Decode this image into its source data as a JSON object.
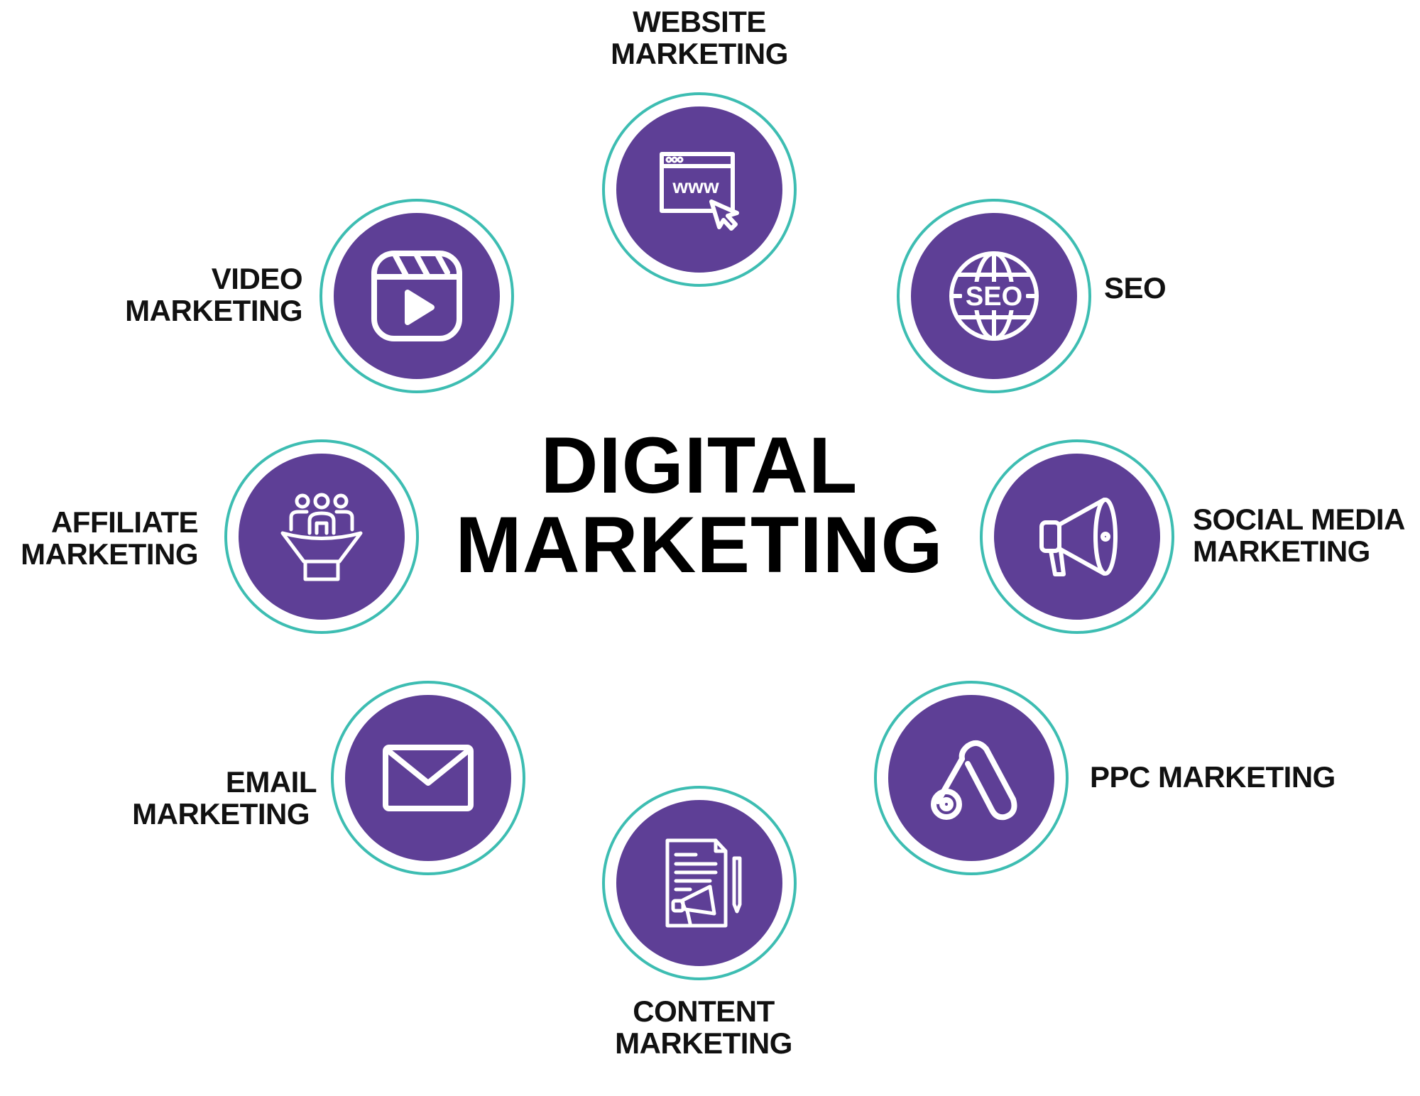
{
  "title": {
    "line1": "DIGITAL",
    "line2": "MARKETING"
  },
  "colors": {
    "circle_fill": "#5e3f96",
    "ring": "#3dbdb2",
    "text": "#111111"
  },
  "items": [
    {
      "line1": "WEBSITE",
      "line2": "MARKETING",
      "icon": "browser-www-cursor-icon"
    },
    {
      "line1": "SEO",
      "icon": "globe-seo-icon"
    },
    {
      "line1": "SOCIAL MEDIA",
      "line2": "MARKETING",
      "icon": "megaphone-icon"
    },
    {
      "line1": "PPC MARKETING",
      "icon": "ads-logo-icon"
    },
    {
      "line1": "CONTENT",
      "line2": "MARKETING",
      "icon": "document-megaphone-icon"
    },
    {
      "line1": "EMAIL",
      "line2": "MARKETING",
      "icon": "envelope-icon"
    },
    {
      "line1": "AFFILIATE",
      "line2": "MARKETING",
      "icon": "people-funnel-icon"
    },
    {
      "line1": "VIDEO",
      "line2": "MARKETING",
      "icon": "video-play-icon"
    }
  ]
}
